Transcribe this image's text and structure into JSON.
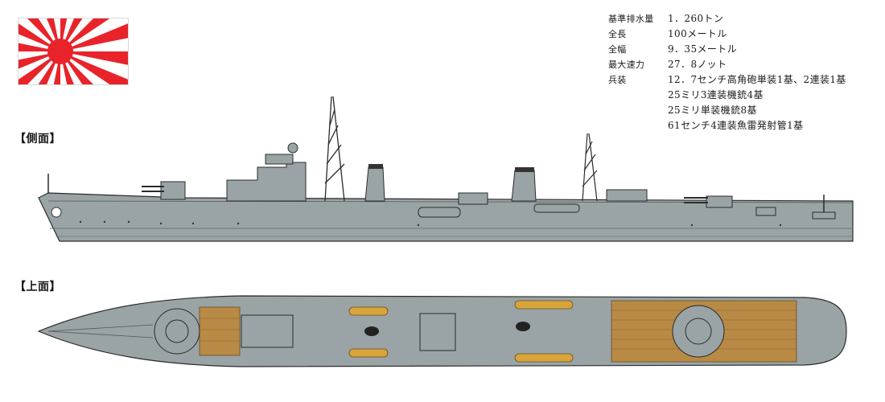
{
  "sections": {
    "side_label": "【側面】",
    "top_label": "【上面】"
  },
  "specs": [
    {
      "label": "基準排水量",
      "values": [
        "1．260トン"
      ]
    },
    {
      "label": "全長",
      "values": [
        "100メートル"
      ]
    },
    {
      "label": "全幅",
      "values": [
        "9．35メートル"
      ]
    },
    {
      "label": "最大速力",
      "values": [
        "27．8ノット"
      ]
    },
    {
      "label": "兵装",
      "values": [
        "12．7センチ高角砲単装1基、2連装1基",
        "25ミリ3連装機銃4基",
        "25ミリ単装機銃8基",
        "61センチ4連装魚雷発射管1基"
      ]
    }
  ],
  "colors": {
    "hull": "#9aa4a6",
    "hull_dark": "#7f898b",
    "deck_wood": "#b98a45",
    "flag_red": "#e8232a",
    "outline": "#2b2b2b"
  }
}
